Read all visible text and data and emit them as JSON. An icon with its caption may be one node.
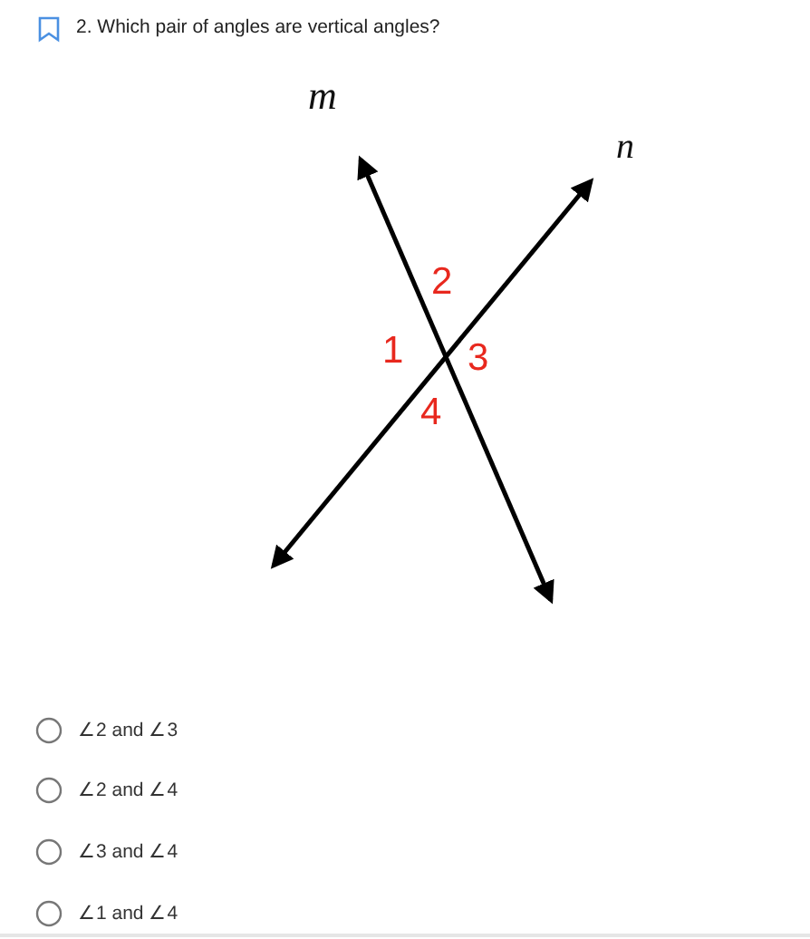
{
  "diagram": {
    "title": "2. Which pair of angles are vertical angles?",
    "labels": [
      "m",
      "n",
      "2",
      "1",
      "3",
      "4",
      "∠2 and ∠3",
      "∠2 and ∠4",
      "∠3 and ∠4",
      "∠1 and ∠4"
    ]
  }
}
